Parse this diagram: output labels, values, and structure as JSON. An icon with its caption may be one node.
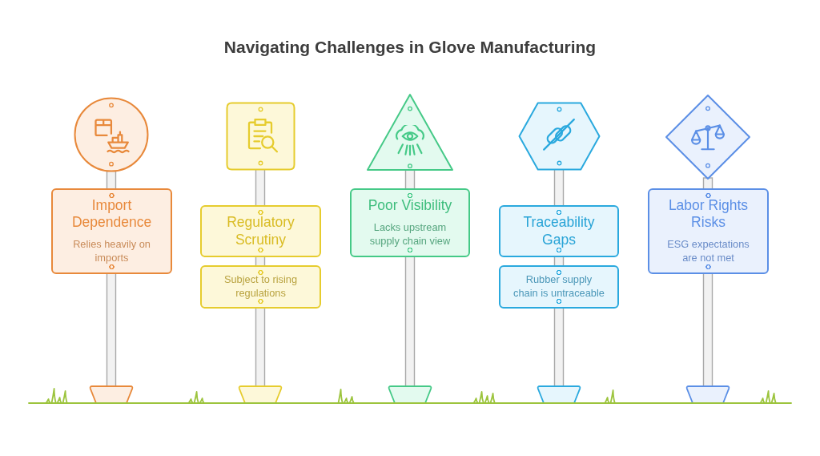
{
  "diagram": {
    "title": "Navigating Challenges in Glove Manufacturing",
    "nodes": [
      {
        "text": [],
        "shape": "circle"
      },
      {
        "text": [
          "Import Dependence",
          "Relies heavily on imports"
        ]
      },
      {
        "text": [],
        "shape": "box"
      },
      {
        "text": [
          "Regulatory Scrutiny"
        ]
      },
      {
        "text": [
          "Subject to rising regulations"
        ]
      },
      {
        "text": [],
        "shape": "triangle"
      },
      {
        "text": [
          "Poor Visibility",
          "Lacks upstream supply chain view"
        ]
      },
      {
        "text": [],
        "shape": "hexagon"
      },
      {
        "text": [
          "Traceability Gaps"
        ]
      },
      {
        "text": [
          "Rubber supply chain is untraceable"
        ]
      },
      {
        "text": [],
        "shape": "diamond"
      },
      {
        "text": [
          "Labor Rights Risks",
          "ESG expectations are not met"
        ]
      }
    ]
  }
}
